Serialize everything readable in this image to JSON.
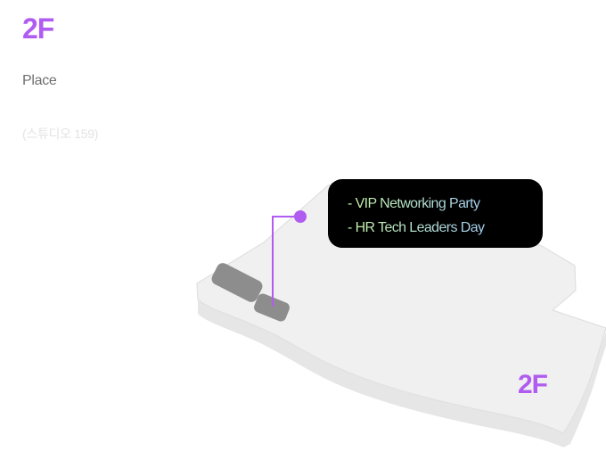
{
  "header": {
    "floor": "2F",
    "place_label": "Place",
    "studio_label": "(스튜디오 159)"
  },
  "map": {
    "floor_label": "2F",
    "tooltip": {
      "events": [
        "- VIP Networking Party",
        "- HR Tech Leaders Day"
      ]
    }
  },
  "colors": {
    "accent": "#b05cf0",
    "floor_fill": "#efefef",
    "floor_edge": "#e4e4e4",
    "booth": "#8d8d8d",
    "tooltip_bg": "#000000"
  }
}
